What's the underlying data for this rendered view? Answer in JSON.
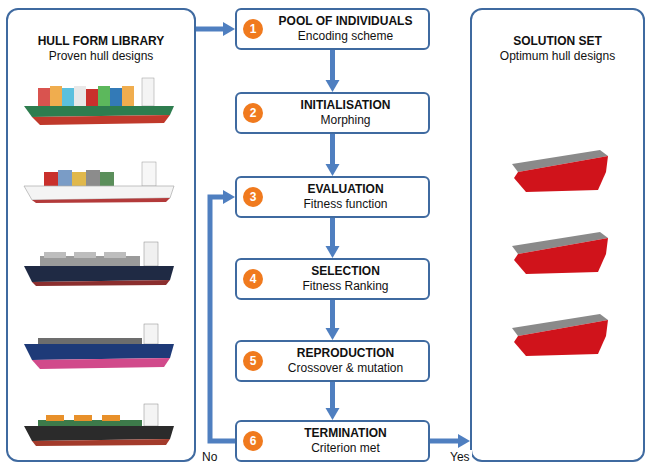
{
  "diagram": {
    "nodes": [
      {
        "text": [
          "HULL FORM LIBRARY",
          "Proven hull designs"
        ]
      },
      {
        "text": [
          "POOL OF INDIVIDUALS",
          "Encoding scheme"
        ]
      },
      {
        "text": [
          "1"
        ],
        "in": 1
      },
      {
        "text": [
          "INITIALISATION",
          "Morphing"
        ]
      },
      {
        "text": [
          "2"
        ],
        "in": 3
      },
      {
        "text": [
          "EVALUATION",
          "Fitness function"
        ]
      },
      {
        "text": [
          "3"
        ],
        "in": 5
      },
      {
        "text": [
          "SELECTION",
          "Fitness Ranking"
        ]
      },
      {
        "text": [
          "4"
        ],
        "in": 7
      },
      {
        "text": [
          "REPRODUCTION",
          "Crossover & mutation"
        ]
      },
      {
        "text": [
          "5"
        ],
        "in": 9
      },
      {
        "text": [
          "TERMINATION",
          "Criterion met"
        ]
      },
      {
        "text": [
          "6"
        ],
        "in": 11
      },
      {
        "text": [
          "SOLUTION SET",
          "Optimum hull designs"
        ]
      }
    ],
    "edges": [
      {
        "from": 0,
        "to": 1,
        "arrow": "to"
      },
      {
        "from": 1,
        "to": 3,
        "arrow": "to"
      },
      {
        "from": 3,
        "to": 5,
        "arrow": "to"
      },
      {
        "from": 5,
        "to": 7,
        "arrow": "to"
      },
      {
        "from": 7,
        "to": 9,
        "arrow": "to"
      },
      {
        "from": 9,
        "to": 11,
        "arrow": "to"
      },
      {
        "from": 11,
        "to": 13,
        "label": "Yes",
        "arrow": "to"
      },
      {
        "from": 11,
        "to": 5,
        "label": "No",
        "arrow": "to"
      }
    ]
  }
}
